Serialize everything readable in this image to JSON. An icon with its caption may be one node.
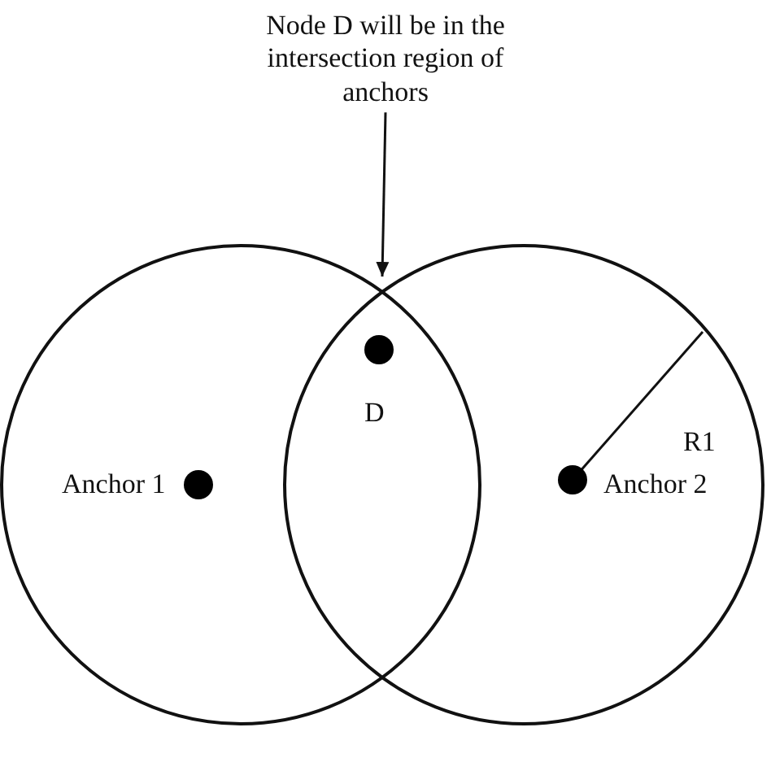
{
  "diagram": {
    "nodes": [
      {
        "text": [
          "Node D will be in the intersection region of anchors"
        ]
      },
      {
        "text": [],
        "shape": "circle"
      },
      {
        "text": [],
        "shape": "circle"
      },
      {
        "text": [],
        "shape": "circle",
        "beside": [
          "Anchor 1"
        ],
        "in": 1
      },
      {
        "text": [],
        "shape": "circle",
        "beside": [
          "D"
        ]
      },
      {
        "text": [],
        "shape": "circle",
        "beside": [
          "Anchor 2"
        ],
        "in": 2
      }
    ],
    "edges": [
      {
        "from": 0,
        "to": 1,
        "arrow": "to"
      }
    ],
    "labels": [
      "R1"
    ]
  }
}
